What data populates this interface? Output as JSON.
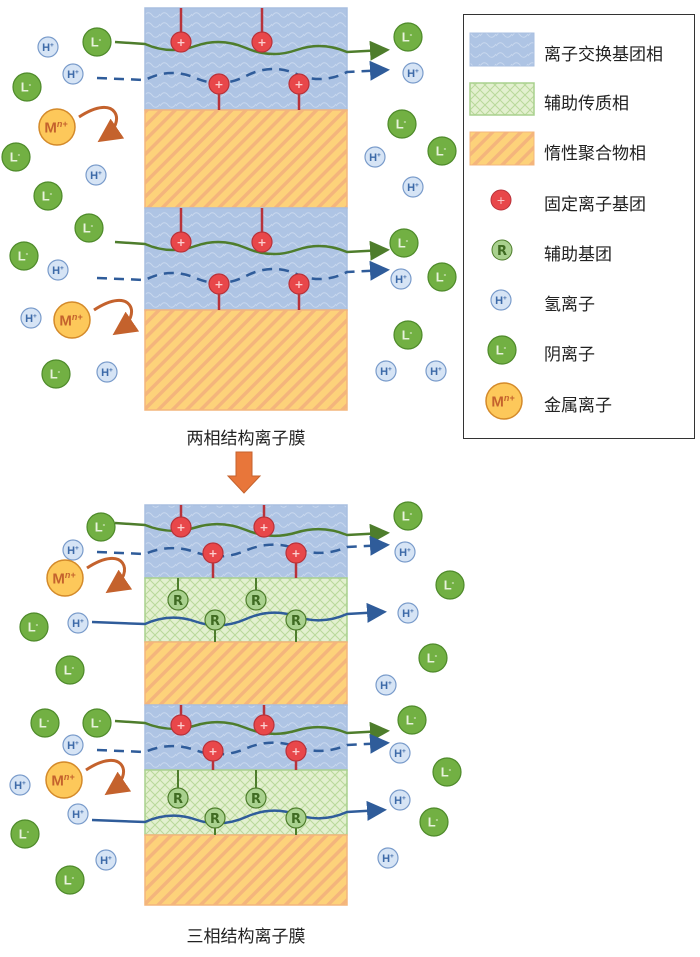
{
  "ions": {
    "hydrogen": {
      "base": "H",
      "sup": "+"
    },
    "anion": {
      "base": "L",
      "sup": "-"
    },
    "metal": {
      "base": "M",
      "sup": "n+"
    },
    "fixed_group": "+",
    "auxiliary_group": "R"
  },
  "captions": {
    "two_phase": "两相结构离子膜",
    "three_phase": "三相结构离子膜"
  },
  "legend": {
    "items": [
      {
        "label": "离子交换基团相",
        "symbol": "blue-phase"
      },
      {
        "label": "辅助传质相",
        "symbol": "green-phase"
      },
      {
        "label": "惰性聚合物相",
        "symbol": "orange-phase"
      },
      {
        "label": "固定离子基团",
        "symbol": "fixed-group"
      },
      {
        "label": "辅助基团",
        "symbol": "auxiliary-group"
      },
      {
        "label": "氢离子",
        "symbol": "hydrogen-ion"
      },
      {
        "label": "阴离子",
        "symbol": "anion"
      },
      {
        "label": "金属离子",
        "symbol": "metal-ion"
      }
    ]
  },
  "colors": {
    "ion_exchange_phase": "#aec4e4",
    "aux_phase": "#e3f0cf",
    "inert_phase": "#fdd27a",
    "fixed_group": "#e8474a",
    "aux_group": "#a9d18e",
    "hydrogen": "#d6e4f5",
    "anion": "#72b043",
    "metal": "#fdc85a",
    "anion_path": "#4e7d2c",
    "hydrogen_path": "#2f5c9a",
    "metal_arrow": "#c4622d"
  }
}
